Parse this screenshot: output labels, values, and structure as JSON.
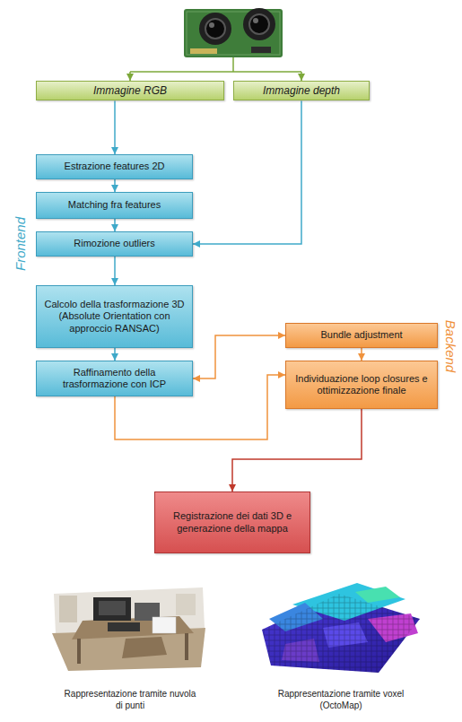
{
  "diagram": {
    "nodes": [
      {
        "text": [
          "Immagine RGB"
        ]
      },
      {
        "text": [
          "Immagine depth"
        ]
      },
      {
        "text": [
          "Estrazione features 2D"
        ]
      },
      {
        "text": [
          "Matching fra features"
        ]
      },
      {
        "text": [
          "Rimozione outliers"
        ]
      },
      {
        "text": [
          "Calcolo della trasformazione 3D (Absolute Orientation con approccio RANSAC)"
        ]
      },
      {
        "text": [
          "Bundle adjustment"
        ]
      },
      {
        "text": [
          "Raffinamento della trasformazione con ICP"
        ]
      },
      {
        "text": [
          "Individuazione loop closures e ottimizzazione finale"
        ]
      },
      {
        "text": [
          "Registrazione dei dati 3D e generazione della mappa"
        ]
      }
    ],
    "edges": [
      {
        "from": 0,
        "to": 2,
        "arrow": "to"
      },
      {
        "from": 2,
        "to": 3,
        "arrow": "to"
      },
      {
        "from": 3,
        "to": 4,
        "arrow": "to"
      },
      {
        "from": 1,
        "to": 4,
        "arrow": "to"
      },
      {
        "from": 4,
        "to": 5,
        "arrow": "to"
      },
      {
        "from": 5,
        "to": 7,
        "arrow": "to"
      },
      {
        "from": 7,
        "to": 6,
        "arrow": "both"
      },
      {
        "from": 6,
        "to": 8,
        "arrow": "to"
      },
      {
        "from": 7,
        "to": 8,
        "arrow": "to"
      },
      {
        "from": 8,
        "to": 9,
        "arrow": "to"
      }
    ],
    "labels": [
      "Frontend",
      "Backend",
      "Rappresentazione tramite nuvola di punti",
      "Rappresentazione tramite voxel (OctoMap)"
    ]
  }
}
